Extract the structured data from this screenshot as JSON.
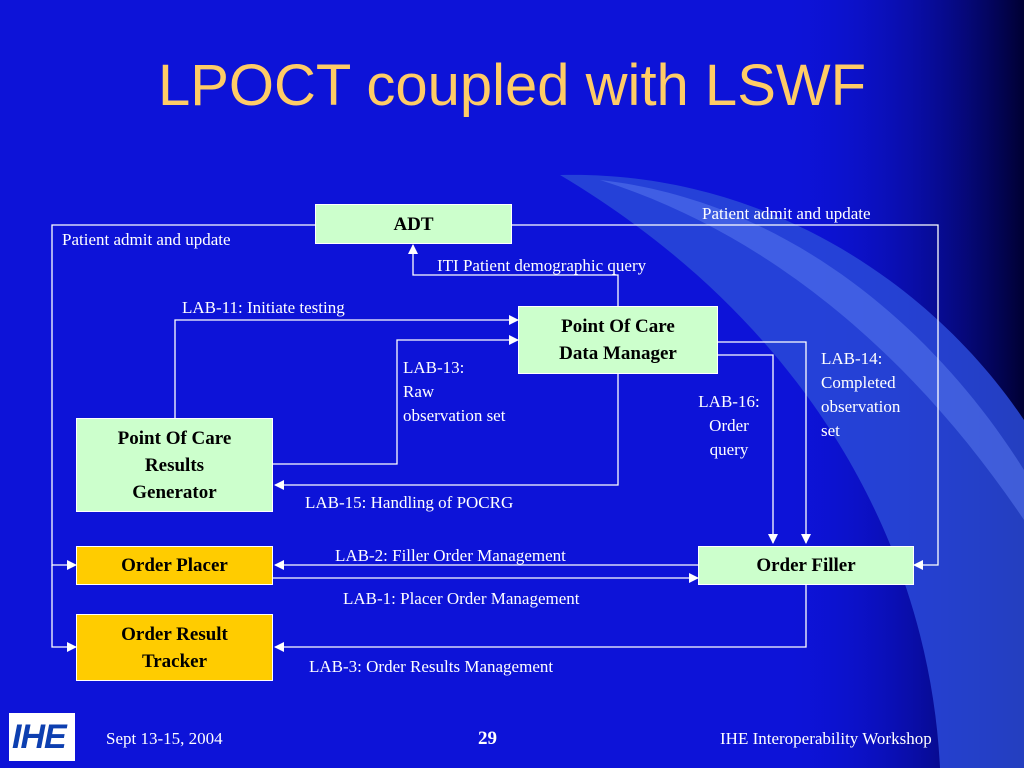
{
  "title": "LPOCT coupled with LSWF",
  "boxes": {
    "adt": "ADT",
    "pocdm": [
      "Point Of Care",
      "Data Manager"
    ],
    "pocrg": [
      "Point Of Care",
      "Results",
      "Generator"
    ],
    "order_placer": "Order Placer",
    "order_filler": "Order Filler",
    "order_result_tracker": [
      "Order Result",
      "Tracker"
    ]
  },
  "labels": {
    "admit_right": "Patient admit and update",
    "admit_left": "Patient admit and update",
    "iti": "ITI  Patient demographic query",
    "lab11": "LAB-11: Initiate testing",
    "lab13": [
      "LAB-13:",
      "Raw",
      "observation set"
    ],
    "lab14": [
      "LAB-14:",
      "Completed",
      "observation",
      "set"
    ],
    "lab16": [
      "LAB-16:",
      "Order",
      "query"
    ],
    "lab15": "LAB-15: Handling of POCRG",
    "lab2": "LAB-2: Filler Order Management",
    "lab1": "LAB-1: Placer Order Management",
    "lab3": "LAB-3:   Order Results  Management"
  },
  "footer": {
    "date": "Sept 13-15, 2004",
    "page": "29",
    "event": "IHE Interoperability Workshop",
    "logo_text": "IHE"
  },
  "colors": {
    "background": "#0d13d8",
    "title": "#ffcc66",
    "actor_box": "#ccffcc",
    "consumer_box": "#ffcc00",
    "lines": "#ffffff"
  }
}
